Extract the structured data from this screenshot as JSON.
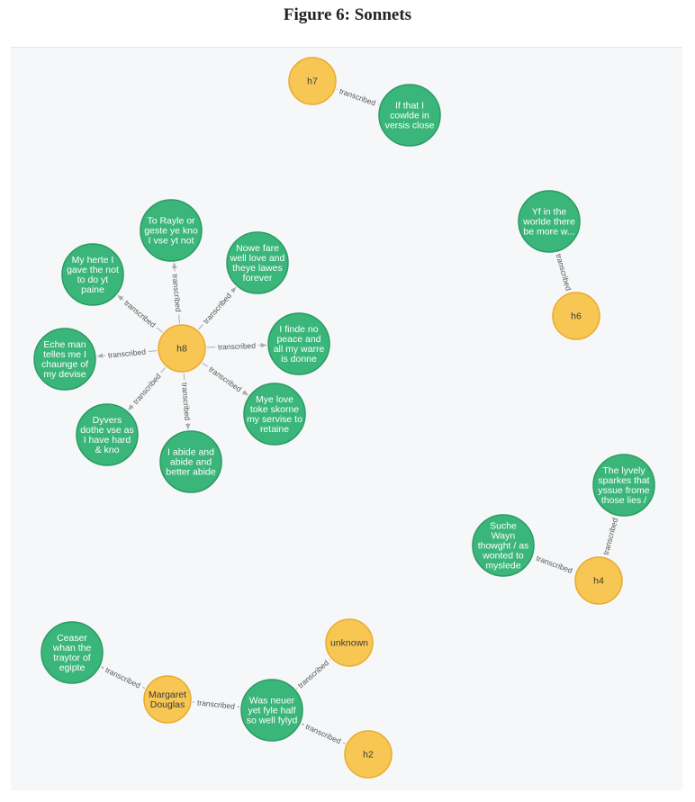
{
  "figure": {
    "caption": "Figure 6: Sonnets"
  },
  "colors": {
    "person": "#f7c653",
    "person_stroke": "#e9ab2e",
    "poem": "#3bb67a",
    "poem_stroke": "#2a9b63",
    "edge": "#a9adb1",
    "canvas": "#f6f7f8"
  },
  "nodes": [
    {
      "id": "h7",
      "kind": "person",
      "lines": [
        "h7"
      ]
    },
    {
      "id": "p_close",
      "kind": "poem",
      "lines": [
        "If that I",
        "cowlde in",
        "versis close"
      ]
    },
    {
      "id": "h6",
      "kind": "person",
      "lines": [
        "h6"
      ]
    },
    {
      "id": "p_yf",
      "kind": "poem",
      "lines": [
        "Yf in the",
        "worlde there",
        "be more w..."
      ]
    },
    {
      "id": "h8",
      "kind": "person",
      "lines": [
        "h8"
      ]
    },
    {
      "id": "p_rayle",
      "kind": "poem",
      "lines": [
        "To Rayle or",
        "geste ye kno",
        "I vse yt not"
      ]
    },
    {
      "id": "p_nowe",
      "kind": "poem",
      "lines": [
        "Nowe fare",
        "well love and",
        "theye lawes",
        "forever"
      ]
    },
    {
      "id": "p_herte",
      "kind": "poem",
      "lines": [
        "My herte I",
        "gave the not",
        "to do yt",
        "paine"
      ]
    },
    {
      "id": "p_finde",
      "kind": "poem",
      "lines": [
        "I finde no",
        "peace and",
        "all my warre",
        "is donne"
      ]
    },
    {
      "id": "p_eche",
      "kind": "poem",
      "lines": [
        "Eche man",
        "telles me I",
        "chaunge of",
        "my devise"
      ]
    },
    {
      "id": "p_mye",
      "kind": "poem",
      "lines": [
        "Mye love",
        "toke skorne",
        "my servise to",
        "retaine"
      ]
    },
    {
      "id": "p_dyvers",
      "kind": "poem",
      "lines": [
        "Dyvers",
        "dothe vse as",
        "I have hard",
        "& kno"
      ]
    },
    {
      "id": "p_abide",
      "kind": "poem",
      "lines": [
        "I abide and",
        "abide and",
        "better abide"
      ]
    },
    {
      "id": "h4",
      "kind": "person",
      "lines": [
        "h4"
      ]
    },
    {
      "id": "p_lyvely",
      "kind": "poem",
      "lines": [
        "The lyvely",
        "sparkes that",
        "yssue frome",
        "those lies /"
      ]
    },
    {
      "id": "p_suche",
      "kind": "poem",
      "lines": [
        "Suche",
        "Wayn",
        "thowght / as",
        "wonted to",
        "myslede"
      ]
    },
    {
      "id": "unknown",
      "kind": "person",
      "lines": [
        "unknown"
      ]
    },
    {
      "id": "margaret",
      "kind": "person",
      "lines": [
        "Margaret",
        "Douglas"
      ]
    },
    {
      "id": "p_ceaser",
      "kind": "poem",
      "lines": [
        "Ceaser",
        "whan the",
        "traytor of",
        "egipte"
      ]
    },
    {
      "id": "p_neuer",
      "kind": "poem",
      "lines": [
        "Was neuer",
        "yet fyle half",
        "so well fylyd"
      ]
    },
    {
      "id": "h2",
      "kind": "person",
      "lines": [
        "h2"
      ]
    }
  ],
  "edges": [
    {
      "from": "h7",
      "to": "p_close",
      "label": "transcribed"
    },
    {
      "from": "h6",
      "to": "p_yf",
      "label": "transcribed"
    },
    {
      "from": "h8",
      "to": "p_rayle",
      "label": "transcribed"
    },
    {
      "from": "h8",
      "to": "p_nowe",
      "label": "transcribed"
    },
    {
      "from": "h8",
      "to": "p_herte",
      "label": "transcribed"
    },
    {
      "from": "h8",
      "to": "p_finde",
      "label": "transcribed"
    },
    {
      "from": "h8",
      "to": "p_eche",
      "label": "transcribed"
    },
    {
      "from": "h8",
      "to": "p_mye",
      "label": "transcribed"
    },
    {
      "from": "h8",
      "to": "p_dyvers",
      "label": "transcribed"
    },
    {
      "from": "h8",
      "to": "p_abide",
      "label": "transcribed"
    },
    {
      "from": "h4",
      "to": "p_lyvely",
      "label": "transcribed"
    },
    {
      "from": "h4",
      "to": "p_suche",
      "label": "transcribed"
    },
    {
      "from": "unknown",
      "to": "p_neuer",
      "label": "transcribed"
    },
    {
      "from": "margaret",
      "to": "p_ceaser",
      "label": "transcribed"
    },
    {
      "from": "margaret",
      "to": "p_neuer",
      "label": "transcribed"
    },
    {
      "from": "h2",
      "to": "p_neuer",
      "label": "transcribed"
    }
  ]
}
